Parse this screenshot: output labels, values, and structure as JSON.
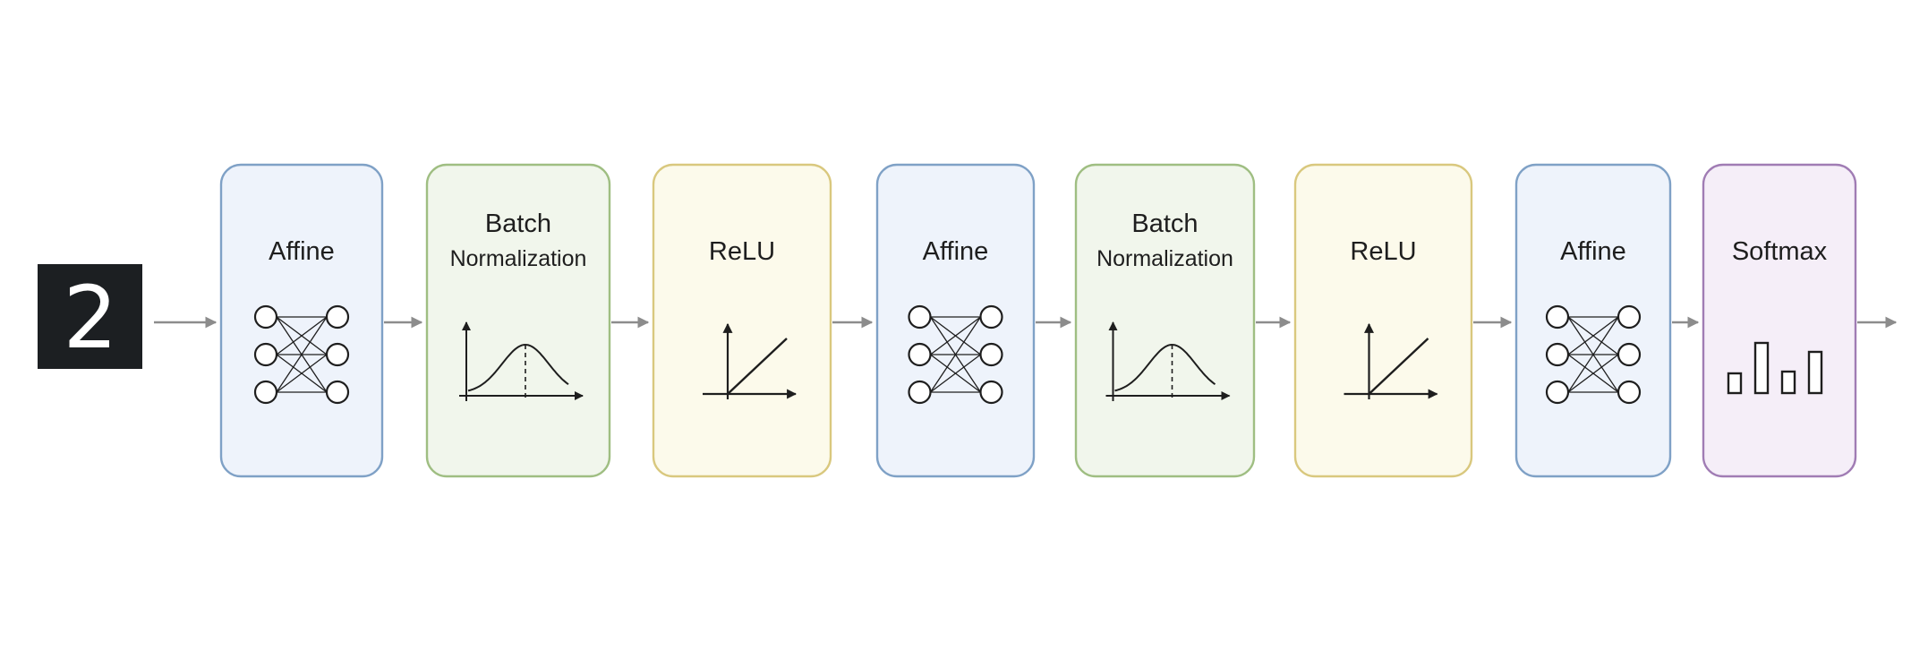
{
  "input": {
    "digit": "2"
  },
  "blocks": [
    {
      "id": "affine-1",
      "kind": "affine",
      "lines": [
        "Affine"
      ],
      "border": "#7fa1c6",
      "fill": "#eef3fb",
      "icon": "neural-network-icon"
    },
    {
      "id": "batchnorm-1",
      "kind": "batchnorm",
      "lines": [
        "Batch",
        "Normalization"
      ],
      "border": "#9fbe82",
      "fill": "#f1f6ec",
      "icon": "bell-curve-icon"
    },
    {
      "id": "relu-1",
      "kind": "relu",
      "lines": [
        "ReLU"
      ],
      "border": "#d9c87e",
      "fill": "#fcfaeb",
      "icon": "relu-graph-icon"
    },
    {
      "id": "affine-2",
      "kind": "affine",
      "lines": [
        "Affine"
      ],
      "border": "#7fa1c6",
      "fill": "#eef3fb",
      "icon": "neural-network-icon"
    },
    {
      "id": "batchnorm-2",
      "kind": "batchnorm",
      "lines": [
        "Batch",
        "Normalization"
      ],
      "border": "#9fbe82",
      "fill": "#f1f6ec",
      "icon": "bell-curve-icon"
    },
    {
      "id": "relu-2",
      "kind": "relu",
      "lines": [
        "ReLU"
      ],
      "border": "#d9c87e",
      "fill": "#fcfaeb",
      "icon": "relu-graph-icon"
    },
    {
      "id": "affine-3",
      "kind": "affine",
      "lines": [
        "Affine"
      ],
      "border": "#7fa1c6",
      "fill": "#eef3fb",
      "icon": "neural-network-icon"
    },
    {
      "id": "softmax",
      "kind": "softmax",
      "lines": [
        "Softmax"
      ],
      "border": "#a07cb4",
      "fill": "#f5eef8",
      "icon": "bar-chart-icon"
    }
  ],
  "colors": {
    "arrow": "#8c8c8c",
    "icon": "#1e1e1e",
    "input_bg": "#1c1f22"
  }
}
